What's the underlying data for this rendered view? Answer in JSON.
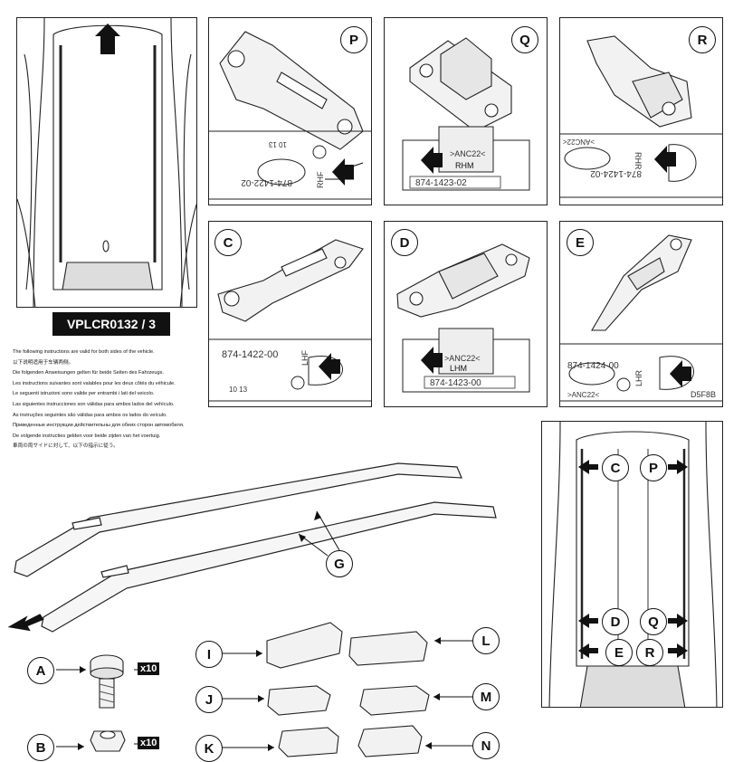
{
  "reference_code": "VPLCR0132 / 3",
  "instructions": [
    "The following instructions are valid for both sides of the vehicle.",
    "以下说明适用于车辆两侧。",
    "Die folgenden Anweisungen gelten für beide Seiten des Fahrzeugs.",
    "Les instructions suivantes sont valables pour les deux côtés du véhicule.",
    "Le seguenti istruzioni sono valide per entrambi i lati del veicolo.",
    "Las siguientes instrucciones son válidas para ambos lados del vehículo.",
    "As instruções seguintes são válidas para ambos os lados do veículo.",
    "Приведенные инструкции действительны для обеих сторон автомобиля.",
    "De volgende instructies gelden voor beide zijden van het voertuig.",
    "車両の両サイドに対して、以下の指示に従う。"
  ],
  "brackets": {
    "P": {
      "letter": "P",
      "part_number": "874-1422-02",
      "side": "RHF",
      "code": "10 13"
    },
    "Q": {
      "letter": "Q",
      "part_number": "874-1423-02",
      "side": "RHM",
      "code": ">ANC22<"
    },
    "R": {
      "letter": "R",
      "part_number": "874-1424-02",
      "side": "RHR",
      "code": ">ANC22<"
    },
    "C": {
      "letter": "C",
      "part_number": "874-1422-00",
      "side": "LHF",
      "code": "10 13"
    },
    "D": {
      "letter": "D",
      "part_number": "874-1423-00",
      "side": "LHM",
      "code": ">ANC22<"
    },
    "E": {
      "letter": "E",
      "part_number": "874-1424-00",
      "side": "LHR",
      "code": ">ANC22<",
      "ref": "D5F8B"
    }
  },
  "roof_labels": {
    "left_front": "C",
    "right_front": "P",
    "left_mid": "D",
    "right_mid": "Q",
    "left_rear": "E",
    "right_rear": "R"
  },
  "parts": {
    "rail": "G",
    "bolt": {
      "letter": "A",
      "qty": "x10"
    },
    "nut": {
      "letter": "B",
      "qty": "x10"
    },
    "caps": [
      "I",
      "J",
      "K",
      "L",
      "M",
      "N"
    ]
  }
}
